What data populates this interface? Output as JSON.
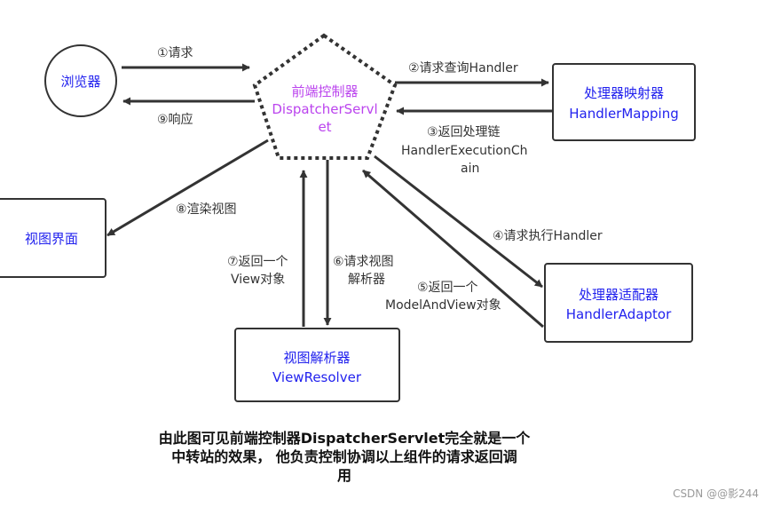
{
  "colors": {
    "node_text": "#2222ee",
    "controller_text": "#bb44ee",
    "edge": "#333333"
  },
  "nodes": {
    "browser": "浏览器",
    "controller_line1": "前端控制器",
    "controller_line2": "DispatcherServl",
    "controller_line3": "et",
    "mapping_line1": "处理器映射器",
    "mapping_line2": "HandlerMapping",
    "view_page": "视图界面",
    "adaptor_line1": "处理器适配器",
    "adaptor_line2": "HandlerAdaptor",
    "resolver_line1": "视图解析器",
    "resolver_line2": "ViewResolver"
  },
  "edges": {
    "e1": "①请求",
    "e9": "⑨响应",
    "e2": "②请求查询Handler",
    "e3_line1": "③返回处理链",
    "e3_line2": "HandlerExecutionCh",
    "e3_line3": "ain",
    "e8": "⑧渲染视图",
    "e4": "④请求执行Handler",
    "e7_line1": "⑦返回一个",
    "e7_line2": "View对象",
    "e6_line1": "⑥请求视图",
    "e6_line2": "解析器",
    "e5_line1": "⑤返回一个",
    "e5_line2": "ModelAndView对象"
  },
  "caption": {
    "line1": "由此图可见前端控制器DispatcherServlet完全就是一个",
    "line2": "中转站的效果， 他负责控制协调以上组件的请求返回调",
    "line3": "用"
  },
  "watermark": "CSDN @@影244"
}
